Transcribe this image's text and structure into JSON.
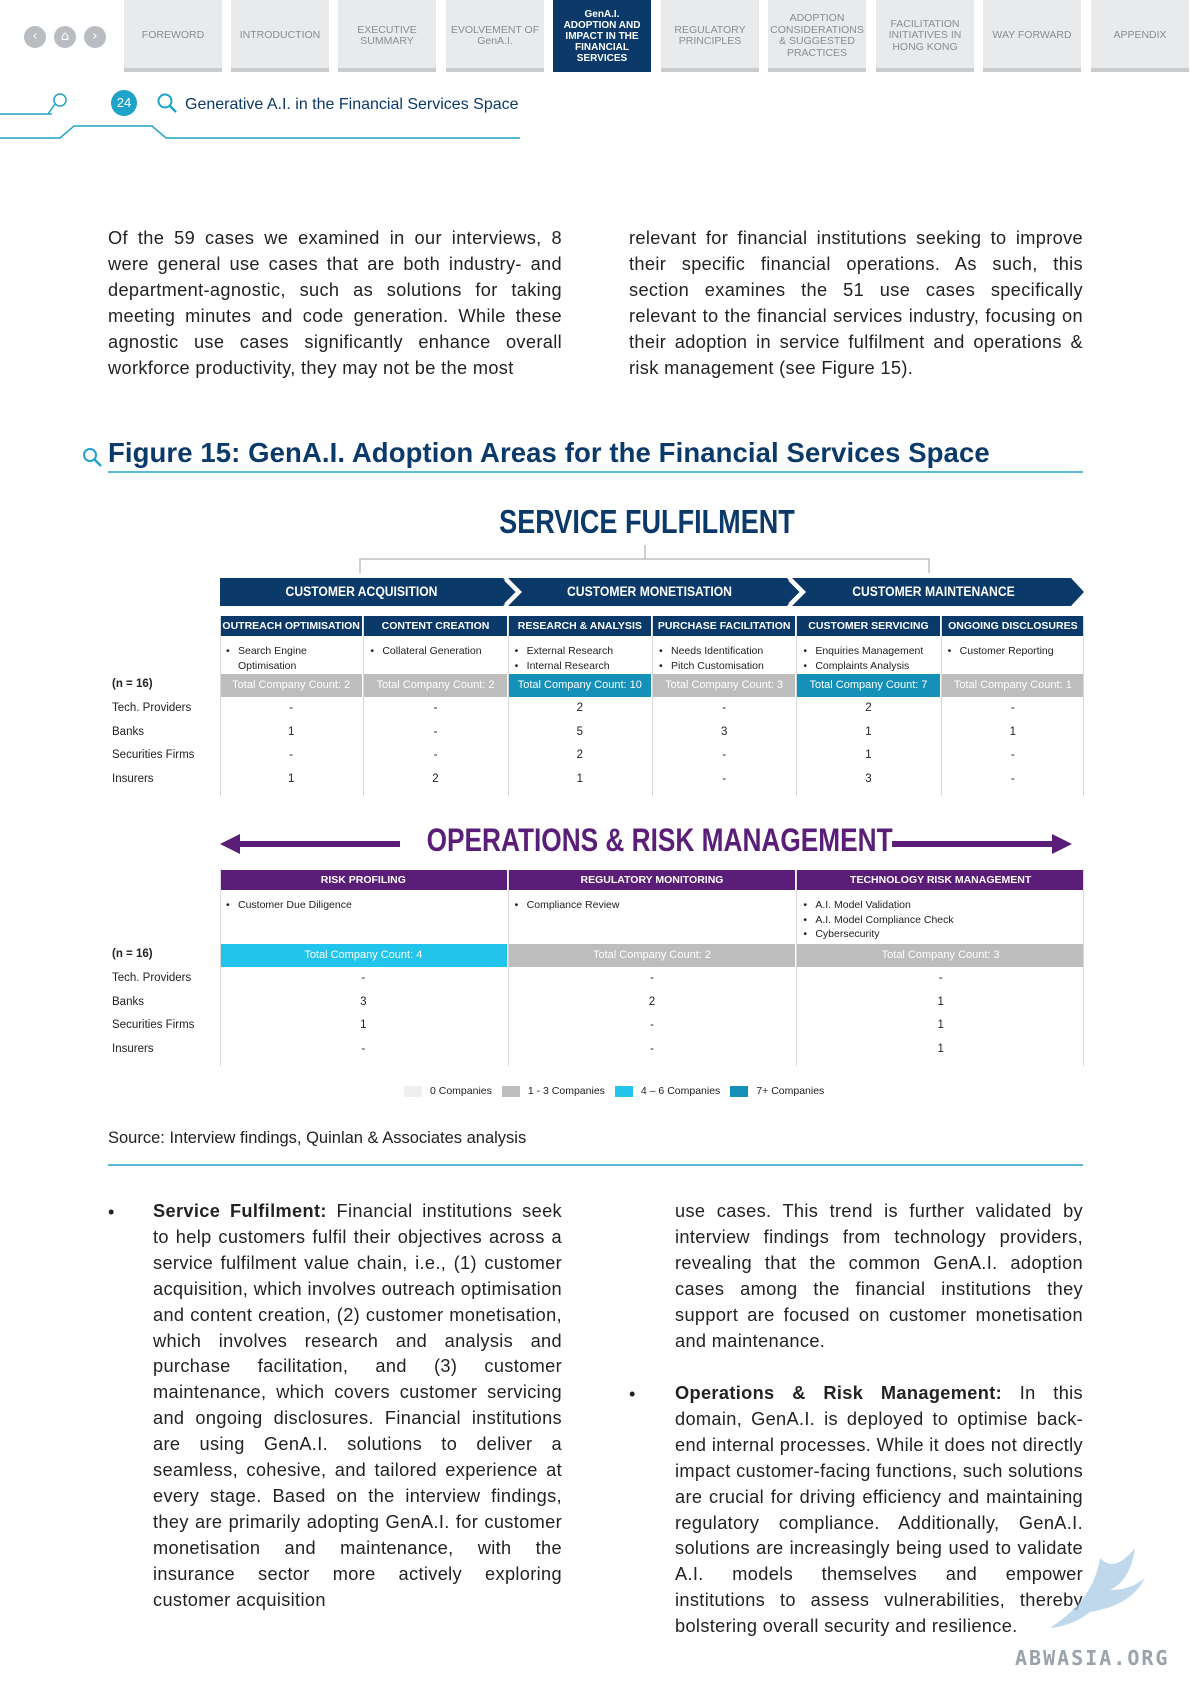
{
  "nav": {
    "back_icon": "chevron-left-icon",
    "home_icon": "home-icon",
    "forward_icon": "chevron-right-icon",
    "tabs": [
      {
        "label": "FOREWORD"
      },
      {
        "label": "INTRODUCTION"
      },
      {
        "label": "EXECUTIVE SUMMARY"
      },
      {
        "label": "EVOLVEMENT OF GenA.I."
      },
      {
        "label": "GenA.I. ADOPTION AND IMPACT IN THE FINANCIAL SERVICES"
      },
      {
        "label": "REGULATORY PRINCIPLES"
      },
      {
        "label": "ADOPTION CONSIDERATIONS & SUGGESTED PRACTICES"
      },
      {
        "label": "FACILITATION INITIATIVES IN HONG KONG"
      },
      {
        "label": "WAY FORWARD"
      },
      {
        "label": "APPENDIX"
      }
    ]
  },
  "header": {
    "page_number": "24",
    "title": "Generative A.I. in the Financial Services Space"
  },
  "intro": {
    "left": "Of the 59 cases we examined in our interviews, 8 were general use cases that are both industry- and department-agnostic, such as solutions for taking meeting minutes and code generation.  While these agnostic use cases significantly enhance overall workforce productivity, they may not be the most",
    "right": "relevant for financial institutions seeking to improve their specific financial operations.  As such, this section examines the 51 use cases specifically relevant to the financial services industry, focusing on their adoption in service fulfilment and operations & risk management (see Figure 15)."
  },
  "figure": {
    "title": "Figure 15: GenA.I. Adoption Areas for the Financial Services Space",
    "colors": {
      "navy": "#0b3a6a",
      "purple": "#5a1e78",
      "grey": "#bdbdbd",
      "cyan": "#22c4ec",
      "teal": "#1590b8"
    },
    "service_fulfilment": {
      "title": "SERVICE FULFILMENT",
      "n_label": "(n = 16)",
      "stages": [
        "CUSTOMER ACQUISITION",
        "CUSTOMER MONETISATION",
        "CUSTOMER MAINTENANCE"
      ],
      "row_labels": [
        "Tech. Providers",
        "Banks",
        "Securities Firms",
        "Insurers"
      ],
      "columns": [
        {
          "header": "OUTREACH OPTIMISATION",
          "items": [
            "Search Engine Optimisation"
          ],
          "total": "Total Company Count: 2",
          "level": 1,
          "values": [
            "-",
            "1",
            "-",
            "1"
          ]
        },
        {
          "header": "CONTENT CREATION",
          "items": [
            "Collateral Generation"
          ],
          "total": "Total Company Count: 2",
          "level": 1,
          "values": [
            "-",
            "-",
            "-",
            "2"
          ]
        },
        {
          "header": "RESEARCH & ANALYSIS",
          "items": [
            "External Research",
            "Internal Research"
          ],
          "total": "Total Company Count: 10",
          "level": 3,
          "values": [
            "2",
            "5",
            "2",
            "1"
          ]
        },
        {
          "header": "PURCHASE FACILITATION",
          "items": [
            "Needs Identification",
            "Pitch Customisation"
          ],
          "total": "Total Company Count: 3",
          "level": 1,
          "values": [
            "-",
            "3",
            "-",
            "-"
          ]
        },
        {
          "header": "CUSTOMER SERVICING",
          "items": [
            "Enquiries Management",
            "Complaints Analysis"
          ],
          "total": "Total Company Count: 7",
          "level": 3,
          "values": [
            "2",
            "1",
            "1",
            "3"
          ]
        },
        {
          "header": "ONGOING DISCLOSURES",
          "items": [
            "Customer Reporting"
          ],
          "total": "Total Company Count: 1",
          "level": 1,
          "values": [
            "-",
            "1",
            "-",
            "-"
          ]
        }
      ]
    },
    "operations": {
      "title": "OPERATIONS & RISK MANAGEMENT",
      "n_label": "(n = 16)",
      "row_labels": [
        "Tech. Providers",
        "Banks",
        "Securities Firms",
        "Insurers"
      ],
      "columns": [
        {
          "header": "RISK PROFILING",
          "items": [
            "Customer Due Diligence"
          ],
          "total": "Total Company Count: 4",
          "level": 2,
          "values": [
            "-",
            "3",
            "1",
            "-"
          ]
        },
        {
          "header": "REGULATORY MONITORING",
          "items": [
            "Compliance Review"
          ],
          "total": "Total Company Count: 2",
          "level": 1,
          "values": [
            "-",
            "2",
            "-",
            "-"
          ]
        },
        {
          "header": "TECHNOLOGY RISK MANAGEMENT",
          "items": [
            "A.I. Model Validation",
            "A.I. Model Compliance Check",
            "Cybersecurity"
          ],
          "total": "Total Company Count: 3",
          "level": 1,
          "values": [
            "-",
            "1",
            "1",
            "1"
          ]
        }
      ]
    },
    "legend": [
      {
        "label": "0 Companies",
        "color": "#efefef"
      },
      {
        "label": "1 - 3 Companies",
        "color": "#bdbdbd"
      },
      {
        "label": "4 – 6 Companies",
        "color": "#22c4ec"
      },
      {
        "label": "7+ Companies",
        "color": "#1590b8"
      }
    ]
  },
  "source": "Source: Interview findings, Quinlan & Associates analysis",
  "body": {
    "bullet": "•",
    "sf_heading": "Service Fulfilment:",
    "sf_text": " Financial institutions seek to help customers fulfil their objectives across a service fulfilment value chain, i.e., (1) customer acquisition, which involves outreach optimisation and content creation, (2) customer monetisation, which involves research and analysis and purchase facilitation, and (3) customer maintenance, which covers customer servicing and ongoing disclosures. Financial institutions are using GenA.I. solutions to deliver a seamless, cohesive, and tailored experience at every stage.  Based on the interview findings, they are primarily adopting GenA.I. for customer monetisation and maintenance, with the insurance sector more actively exploring customer acquisition",
    "sf_cont": "use cases.  This trend is further validated by interview findings from technology providers, revealing that the common GenA.I. adoption cases among the financial institutions they support are focused on customer monetisation and maintenance.",
    "or_heading": "Operations & Risk Management:",
    "or_text": " In this domain, GenA.I. is deployed to optimise back-end internal processes.  While it does not directly impact customer-facing functions, such solutions are crucial for driving efficiency and maintaining regulatory compliance.  Additionally, GenA.I. solutions are increasingly being used to validate A.I. models themselves and empower institutions to assess vulnerabilities, thereby bolstering overall security and resilience."
  },
  "watermark": "ABWASIA.ORG"
}
